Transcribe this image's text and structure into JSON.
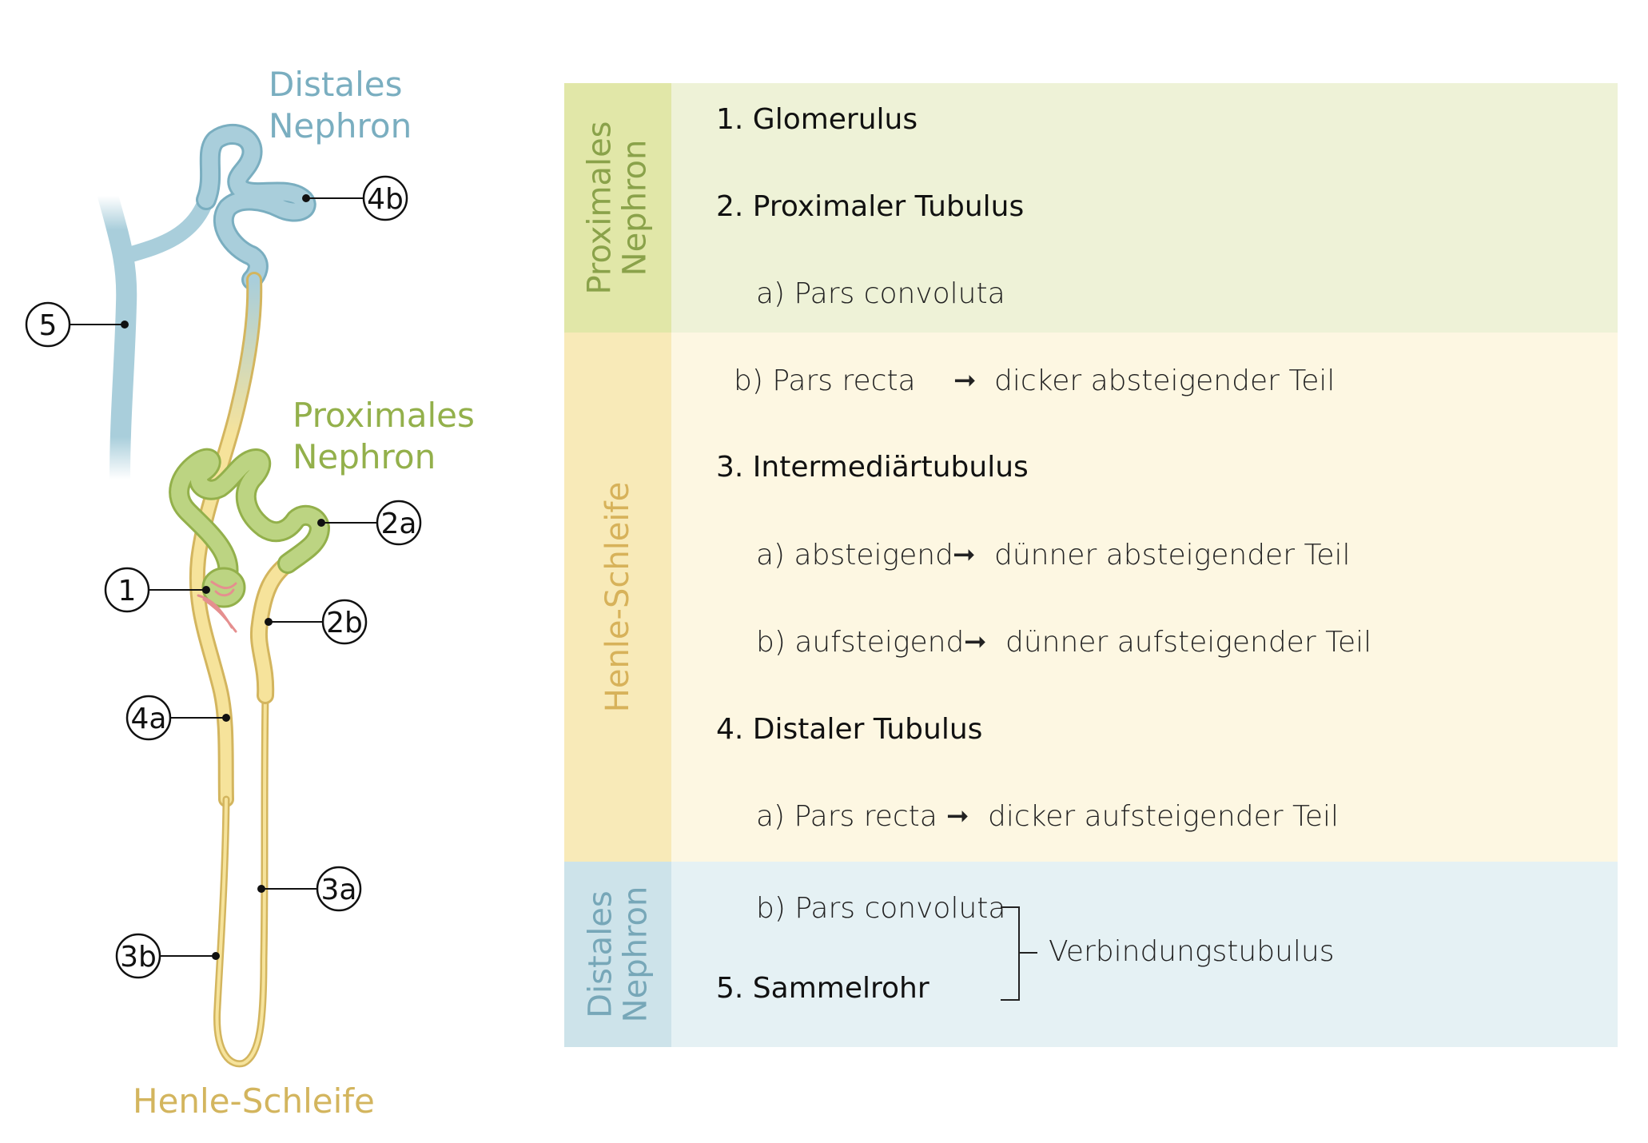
{
  "diagram": {
    "labels": {
      "distal": [
        "Distales",
        "Nephron"
      ],
      "proximal": [
        "Proximales",
        "Nephron"
      ],
      "henle": "Henle-Schleife"
    },
    "callouts": [
      "4b",
      "5",
      "2a",
      "1",
      "2b",
      "4a",
      "3a",
      "3b"
    ],
    "colors": {
      "distal": "#7aaec0",
      "proximal": "#93b04b",
      "henle": "#d3b55e",
      "distal_fill": "#a9cedb",
      "proximal_fill": "#bcd482",
      "henle_fill": "#f6e39b",
      "vessel": "#e58f8f"
    }
  },
  "table": {
    "groups": {
      "proximal": [
        "Proximales",
        "Nephron"
      ],
      "henle": [
        "Henle-Schleife"
      ],
      "distal": [
        "Distales",
        "Nephron"
      ]
    },
    "rows": {
      "glomerulus": "1. Glomerulus",
      "proximal_tubulus": "2. Proximaler Tubulus",
      "pars_convoluta_a": "a) Pars convoluta",
      "pars_recta_b": "b) Pars recta",
      "pars_recta_b_target": "dicker absteigender Teil",
      "intermediaer": "3. Intermediärtubulus",
      "absteigend": "a) absteigend",
      "absteigend_target": "dünner absteigender Teil",
      "aufsteigend": "b) aufsteigend",
      "aufsteigend_target": "dünner aufsteigender Teil",
      "distaler_tubulus": "4. Distaler Tubulus",
      "pars_recta_a": "a) Pars recta",
      "pars_recta_a_target": "dicker aufsteigender Teil",
      "pars_convoluta_b": "b) Pars convoluta",
      "sammelrohr": "5. Sammelrohr",
      "verbindung": "Verbindungstubulus"
    },
    "arrow": "➞"
  }
}
